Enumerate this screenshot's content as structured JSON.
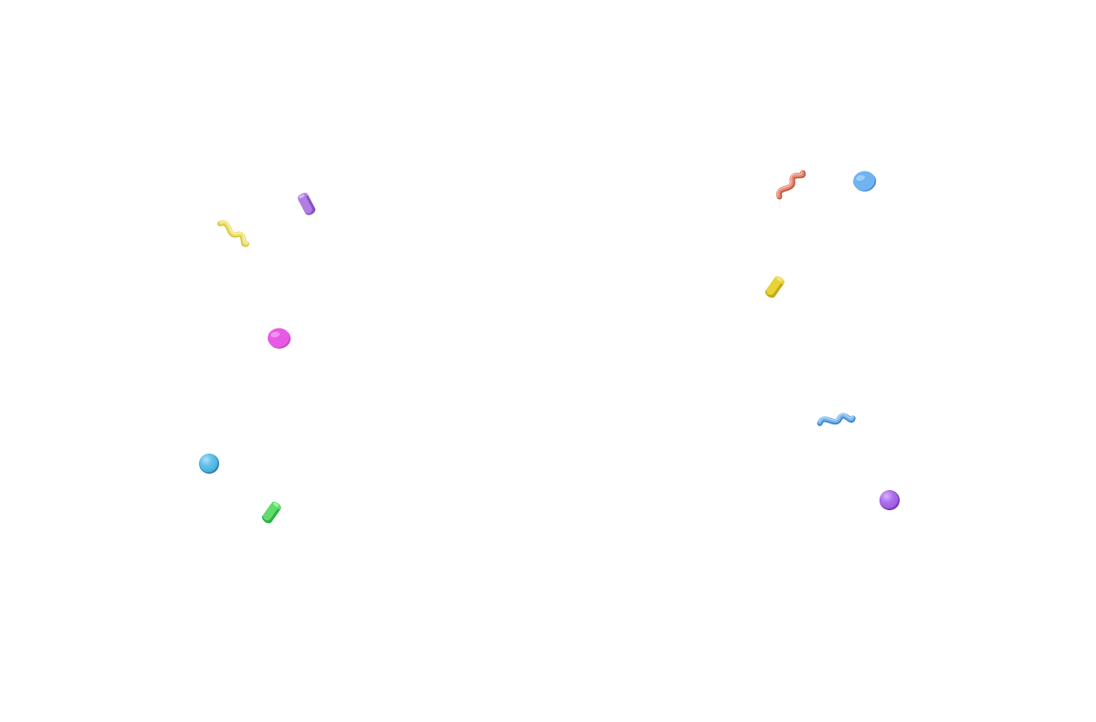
{
  "scene": {
    "background_color": "#ffffff",
    "confetti": [
      {
        "shape": "squiggle",
        "color": "#efe37a",
        "shade": "#d7c73e"
      },
      {
        "shape": "cylinder",
        "color": "#b07ee0",
        "shade": "#8850c7"
      },
      {
        "shape": "disc",
        "color": "#e85ae6",
        "shade": "#c43ec2"
      },
      {
        "shape": "sphere",
        "color": "#4cb9ea",
        "shade": "#2a93c6"
      },
      {
        "shape": "cylinder",
        "color": "#5fdc6b",
        "shade": "#2fb340"
      },
      {
        "shape": "squiggle",
        "color": "#ea8a74",
        "shade": "#c25a40"
      },
      {
        "shape": "disc",
        "color": "#6fb3f2",
        "shade": "#4a8fd6"
      },
      {
        "shape": "cylinder",
        "color": "#e8d234",
        "shade": "#c2a91a"
      },
      {
        "shape": "squiggle",
        "color": "#79b6ee",
        "shade": "#3f86cf"
      },
      {
        "shape": "sphere",
        "color": "#a45ff0",
        "shade": "#7d37cc"
      }
    ]
  }
}
